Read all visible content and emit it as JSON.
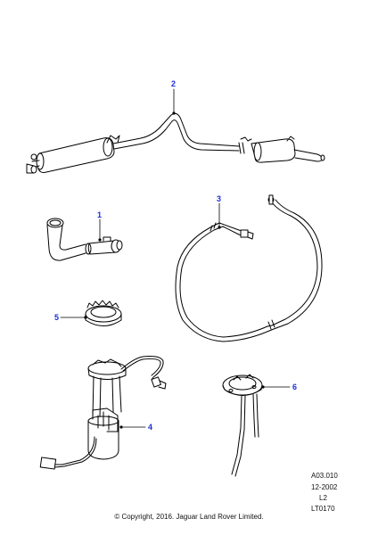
{
  "callouts": {
    "c1": "1",
    "c2": "2",
    "c3": "3",
    "c4": "4",
    "c5": "5",
    "c6": "6"
  },
  "reference": {
    "code": "A03.010",
    "date": "12-2002",
    "level": "L2",
    "illustration_id": "LT0170"
  },
  "footer": {
    "copyright": "© Copyright, 2016. Jaguar Land Rover Limited."
  },
  "colors": {
    "callout": "#1a2fd6",
    "line": "#000000"
  }
}
